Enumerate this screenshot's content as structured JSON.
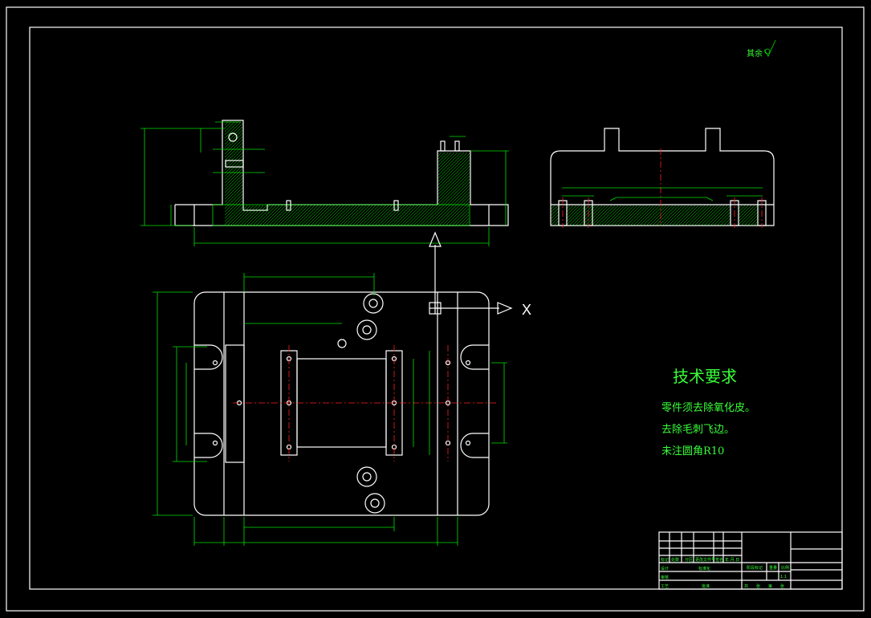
{
  "colors": {
    "background": "#000000",
    "outline": "#ffffff",
    "dimension": "#00e000",
    "centerline": "#ff2020",
    "text": "#38ff38"
  },
  "surface_note": "其余",
  "axis_label": "X",
  "tech_requirements": {
    "title": "技术要求",
    "lines": [
      "零件须去除氧化皮。",
      "去除毛刺飞边。",
      "未注圆角R10"
    ]
  },
  "title_block": {
    "row_labels": [
      "标记",
      "处数",
      "分区",
      "更改文件号",
      "签名",
      "年.月.日"
    ],
    "stage_labels": [
      "阶段标记",
      "重量",
      "比例"
    ],
    "scale": "1:1",
    "bottom_labels": [
      "共",
      "张",
      "第",
      "张"
    ],
    "side_labels": [
      "设计",
      "审核",
      "工艺",
      "标准化",
      "批准"
    ]
  }
}
